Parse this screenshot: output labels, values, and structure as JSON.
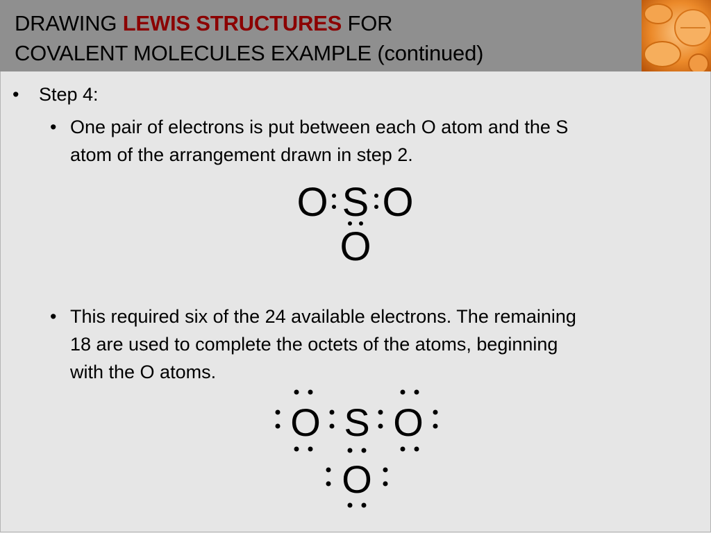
{
  "slide": {
    "title_pre": "DRAWING ",
    "title_accent": "LEWIS STRUCTURES",
    "title_post": " FOR",
    "title_line2": "COVALENT MOLECULES EXAMPLE (continued)",
    "colors": {
      "header_bg": "#8f8f8f",
      "accent": "#8b0000",
      "slide_bg": "#e6e6e6"
    }
  },
  "content": {
    "step_marker": "•",
    "step_label": "Step 4:",
    "bullet_marker": "•",
    "bullet1_line1": "One pair of electrons is put between each O atom and the S",
    "bullet1_line2": "atom of the arrangement drawn in step 2.",
    "bullet2_line1": "This required six of the 24 available electrons.  The remaining",
    "bullet2_line2": "18 are used to complete the octets of the atoms, beginning",
    "bullet2_line3": "with the O atoms."
  },
  "diagram1": {
    "atom_left": "O",
    "atom_center": "S",
    "atom_right": "O",
    "atom_bottom": "O"
  },
  "diagram2": {
    "atom_left": "O",
    "atom_center": "S",
    "atom_right": "O",
    "atom_bottom": "O"
  }
}
